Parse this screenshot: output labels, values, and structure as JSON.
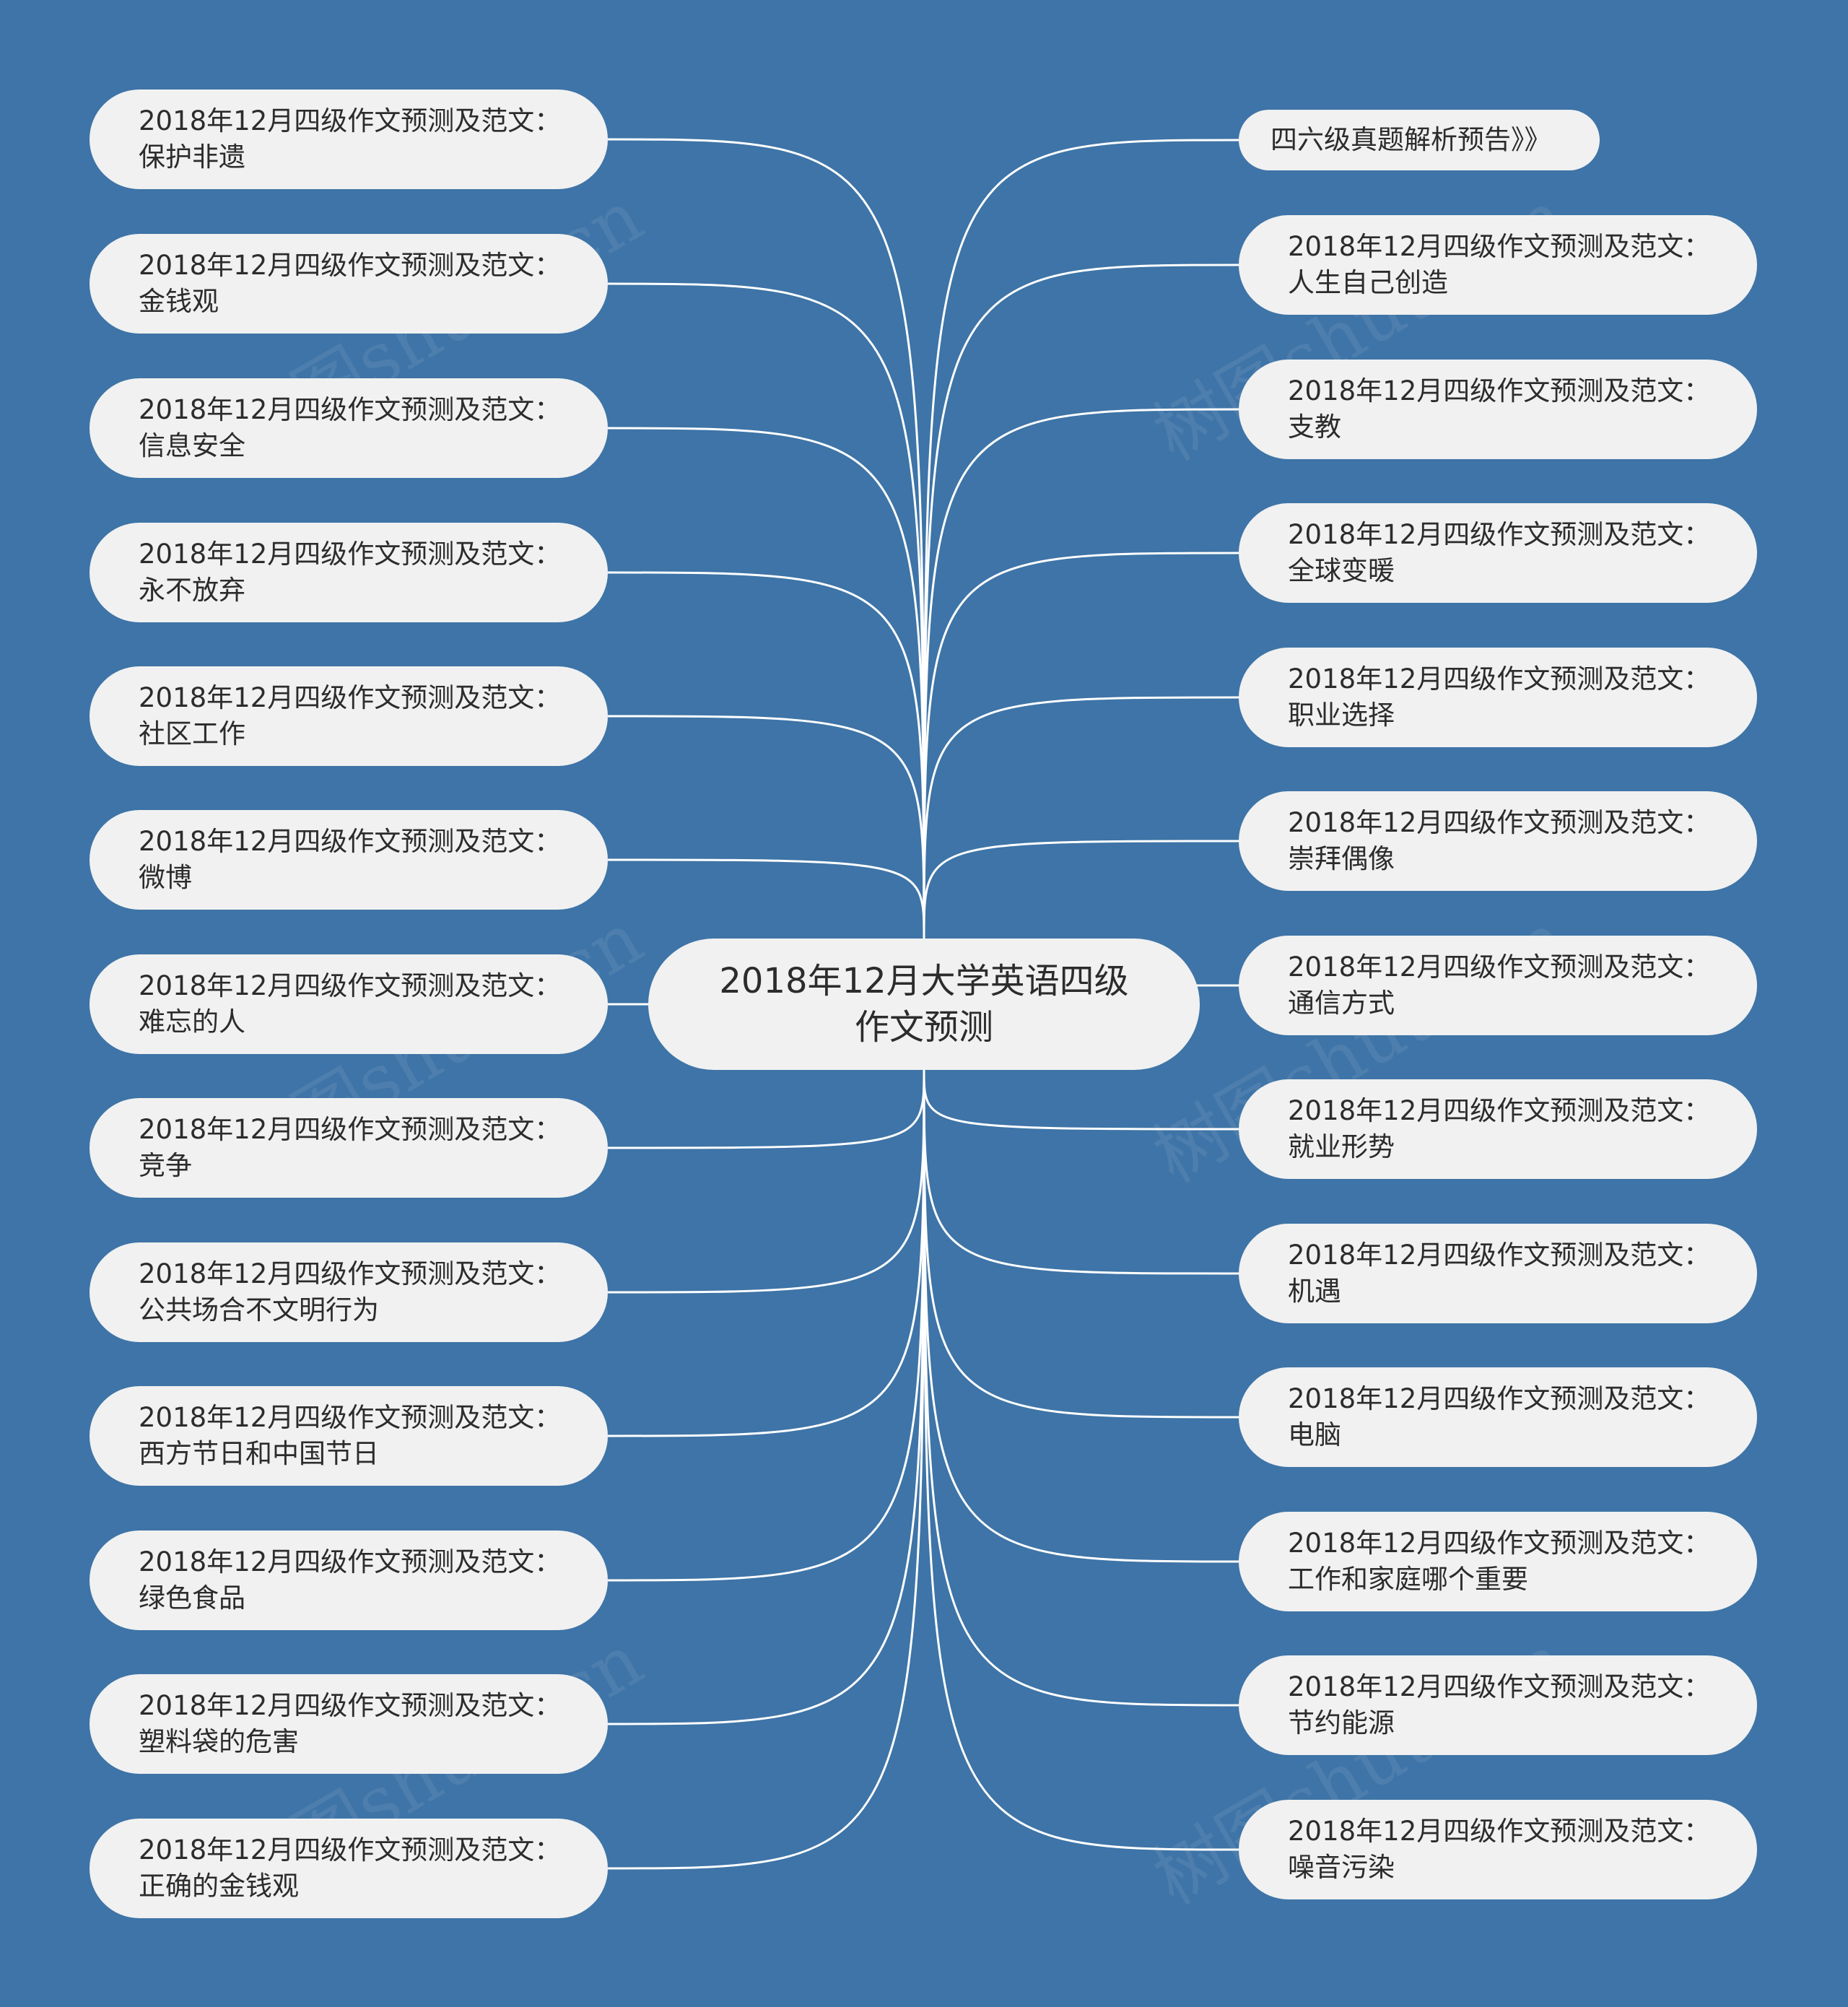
{
  "center": {
    "line1": "2018年12月大学英语四级",
    "line2": "作文预测"
  },
  "left_items": [
    {
      "prefix": "2018年12月四级作文预测及范文：",
      "topic": "保护非遗"
    },
    {
      "prefix": "2018年12月四级作文预测及范文：",
      "topic": "金钱观"
    },
    {
      "prefix": "2018年12月四级作文预测及范文：",
      "topic": "信息安全"
    },
    {
      "prefix": "2018年12月四级作文预测及范文：",
      "topic": "永不放弃"
    },
    {
      "prefix": "2018年12月四级作文预测及范文：",
      "topic": "社区工作"
    },
    {
      "prefix": "2018年12月四级作文预测及范文：",
      "topic": "微博"
    },
    {
      "prefix": "2018年12月四级作文预测及范文：",
      "topic": "难忘的人"
    },
    {
      "prefix": "2018年12月四级作文预测及范文：",
      "topic": "竞争"
    },
    {
      "prefix": "2018年12月四级作文预测及范文：",
      "topic": "公共场合不文明行为"
    },
    {
      "prefix": "2018年12月四级作文预测及范文：",
      "topic": "西方节日和中国节日"
    },
    {
      "prefix": "2018年12月四级作文预测及范文：",
      "topic": "绿色食品"
    },
    {
      "prefix": "2018年12月四级作文预测及范文：",
      "topic": "塑料袋的危害"
    },
    {
      "prefix": "2018年12月四级作文预测及范文：",
      "topic": "正确的金钱观"
    }
  ],
  "right_top": {
    "label": "四六级真题解析预告》》"
  },
  "right_items": [
    {
      "prefix": "2018年12月四级作文预测及范文：",
      "topic": "人生自己创造"
    },
    {
      "prefix": "2018年12月四级作文预测及范文：",
      "topic": "支教"
    },
    {
      "prefix": "2018年12月四级作文预测及范文：",
      "topic": "全球变暖"
    },
    {
      "prefix": "2018年12月四级作文预测及范文：",
      "topic": "职业选择"
    },
    {
      "prefix": "2018年12月四级作文预测及范文：",
      "topic": "崇拜偶像"
    },
    {
      "prefix": "2018年12月四级作文预测及范文：",
      "topic": "通信方式"
    },
    {
      "prefix": "2018年12月四级作文预测及范文：",
      "topic": "就业形势"
    },
    {
      "prefix": "2018年12月四级作文预测及范文：",
      "topic": "机遇"
    },
    {
      "prefix": "2018年12月四级作文预测及范文：",
      "topic": "电脑"
    },
    {
      "prefix": "2018年12月四级作文预测及范文：",
      "topic": "工作和家庭哪个重要"
    },
    {
      "prefix": "2018年12月四级作文预测及范文：",
      "topic": "节约能源"
    },
    {
      "prefix": "2018年12月四级作文预测及范文：",
      "topic": "噪音污染"
    }
  ],
  "watermark": "树图shutu.cn",
  "colors": {
    "background": "#3e74a7",
    "node": "#f1f1f1",
    "connector": "#ffffff",
    "text": "#2c2c2c"
  }
}
